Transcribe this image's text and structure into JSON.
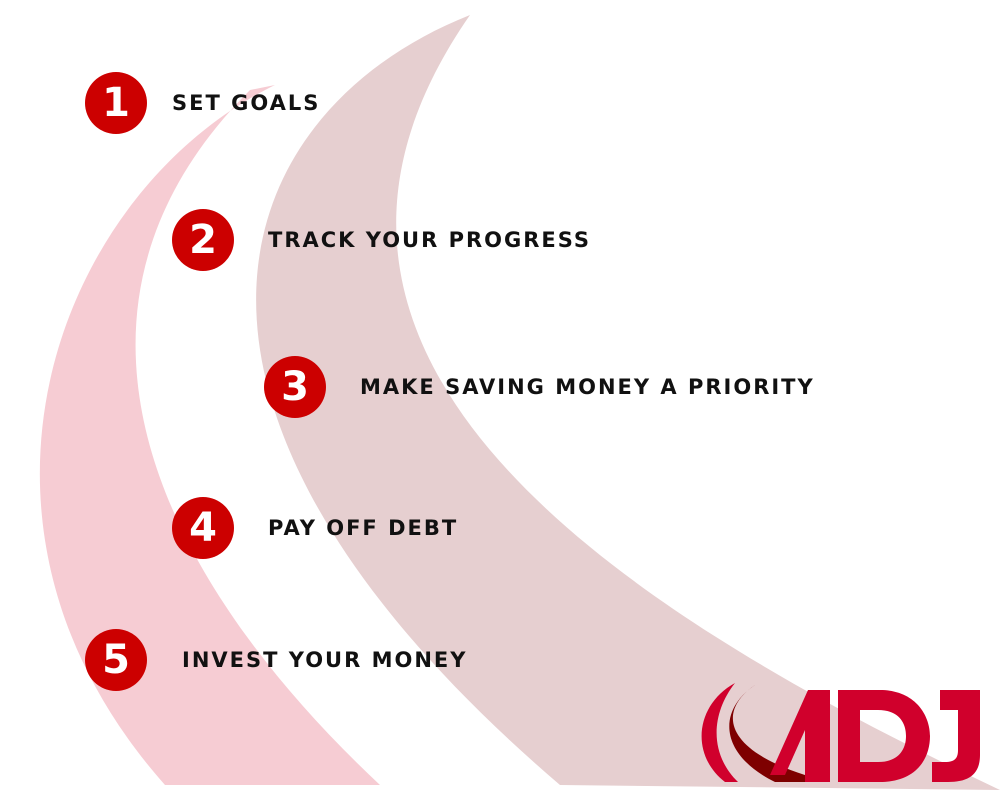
{
  "steps": [
    {
      "number": "1",
      "label": "SET GOALS"
    },
    {
      "number": "2",
      "label": "TRACK YOUR PROGRESS"
    },
    {
      "number": "3",
      "label": "MAKE SAVING MONEY A PRIORITY"
    },
    {
      "number": "4",
      "label": "PAY OFF DEBT"
    },
    {
      "number": "5",
      "label": "INVEST YOUR MONEY"
    }
  ],
  "logo": {
    "text": "MDJ"
  },
  "colors": {
    "accent": "#cc0000",
    "swoosh_light": "#f6ccd3",
    "swoosh_mauve": "#e6cfd0",
    "logo_red": "#d0002c",
    "logo_dark": "#7e0000"
  }
}
